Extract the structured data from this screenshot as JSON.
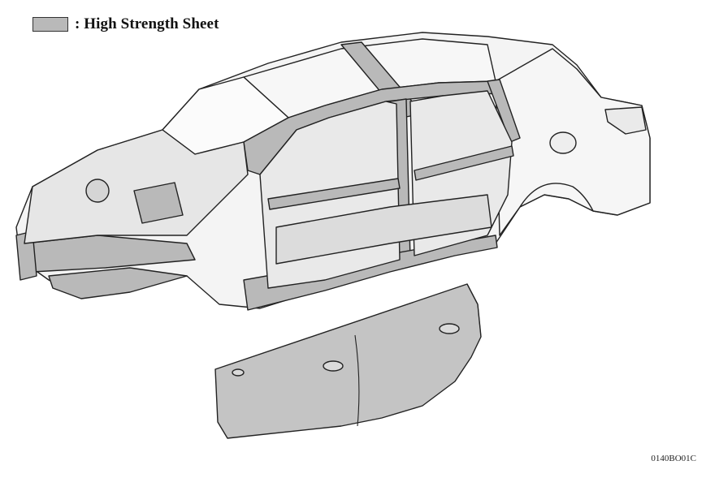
{
  "legend": {
    "label": ": High Strength Sheet",
    "swatch_color": "#b9b9b9"
  },
  "figure_code": "0140BO01C",
  "colors": {
    "high_strength": "#b9b9b9",
    "body_white": "#f4f4f4",
    "line": "#222222"
  },
  "components": [
    "body-in-white",
    "front-door"
  ]
}
